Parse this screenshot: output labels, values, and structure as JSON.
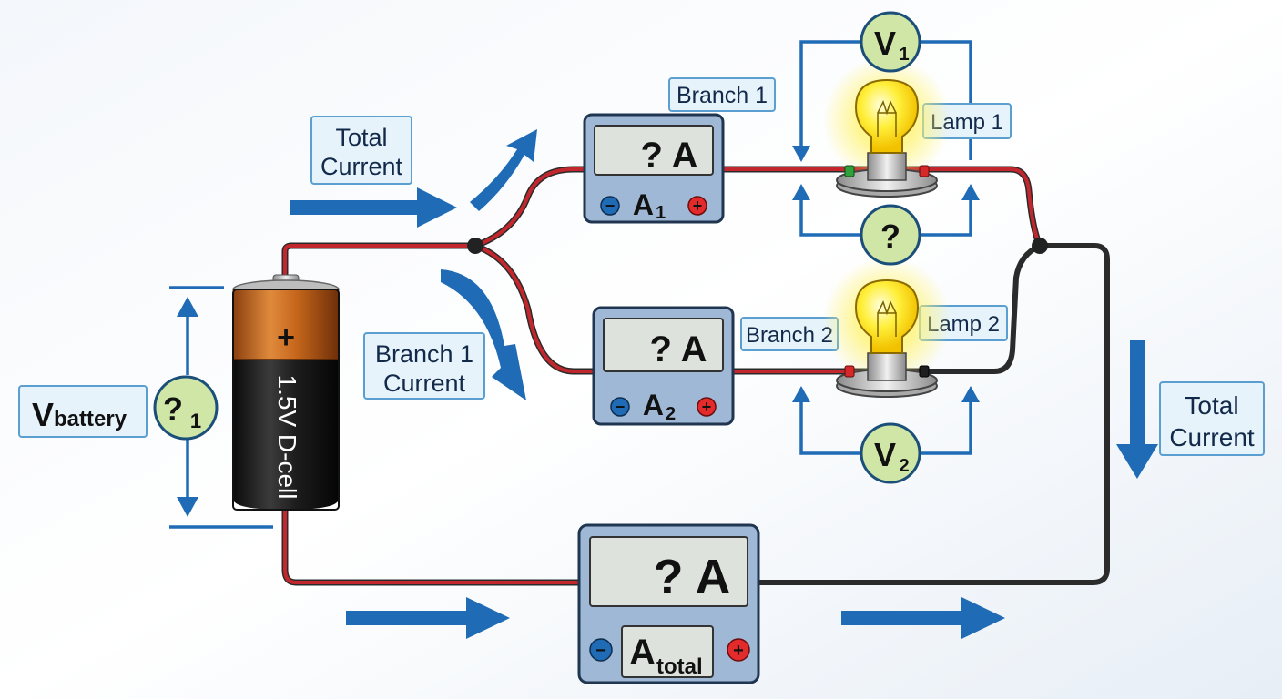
{
  "labels": {
    "total_current_top": [
      "Total",
      "Current"
    ],
    "branch1": "Branch 1",
    "branch2": "Branch 2",
    "lamp1": "Lamp 1",
    "lamp2": "Lamp 2",
    "branch1_current": [
      "Branch 1",
      "Current"
    ],
    "total_current_right": [
      "Total",
      "Current"
    ]
  },
  "battery": {
    "label": "1.5V D-cell",
    "plus": "+",
    "v_label_main": "V",
    "v_label_sub": "battery",
    "meter_main": "?",
    "meter_sub": "1"
  },
  "ammeters": {
    "a1": {
      "reading": "? A",
      "main": "A",
      "sub": "1",
      "minus": "−",
      "plus": "+"
    },
    "a2": {
      "reading": "? A",
      "main": "A",
      "sub": "2",
      "minus": "−",
      "plus": "+"
    },
    "atotal": {
      "reading": "? A",
      "main": "A",
      "sub": "total",
      "minus": "−",
      "plus": "+"
    }
  },
  "voltmeters": {
    "v1": {
      "main": "V",
      "sub": "1"
    },
    "v2": {
      "main": "V",
      "sub": "2"
    },
    "unknown": {
      "main": "?"
    }
  },
  "colors": {
    "background": "#eef3f8",
    "wire_red": "#c1272d",
    "wire_black": "#2b2b2b",
    "arrow_blue": "#1f6bb5",
    "label_fill": "#e6f3fb",
    "label_border": "#5b9fd0",
    "meter_body": "#9fb8d6",
    "lcd": "#dde3dc",
    "voltmeter_fill": "#cfe6a6",
    "bulb_glow": "#ffe600",
    "battery_copper": "#c5661c",
    "battery_black": "#1c1c1c"
  },
  "icons": [
    "lightbulb-icon",
    "battery-icon",
    "ammeter-icon",
    "voltmeter-icon"
  ]
}
